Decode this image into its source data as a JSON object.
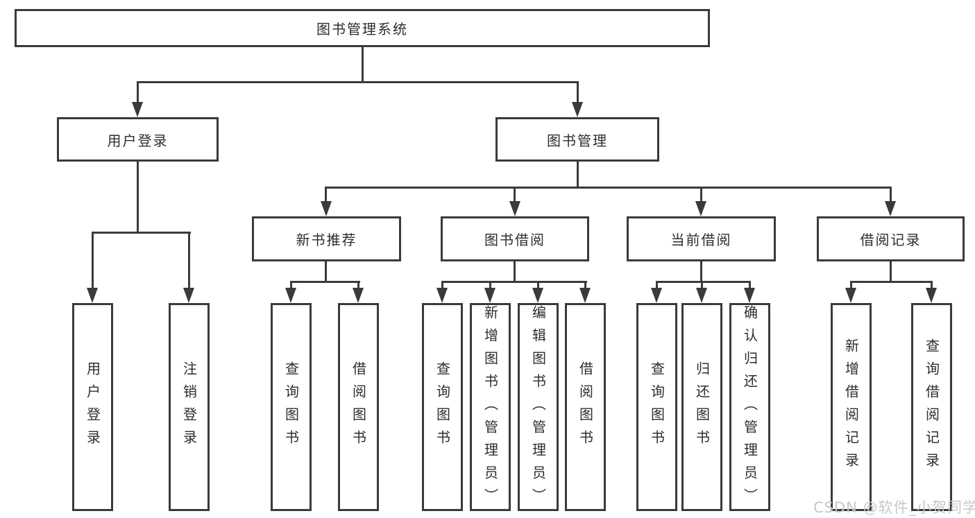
{
  "tree": {
    "root": {
      "label": "图书管理系统",
      "children": [
        {
          "label": "用户登录",
          "children": [
            {
              "label": "用户登录"
            },
            {
              "label": "注销登录"
            }
          ]
        },
        {
          "label": "图书管理",
          "children": [
            {
              "label": "新书推荐",
              "children": [
                {
                  "label": "查询图书"
                },
                {
                  "label": "借阅图书"
                }
              ]
            },
            {
              "label": "图书借阅",
              "children": [
                {
                  "label": "查询图书"
                },
                {
                  "label": "新增图书（管理员）"
                },
                {
                  "label": "编辑图书（管理员）"
                },
                {
                  "label": "借阅图书"
                }
              ]
            },
            {
              "label": "当前借阅",
              "children": [
                {
                  "label": "查询图书"
                },
                {
                  "label": "归还图书"
                },
                {
                  "label": "确认归还（管理员）"
                }
              ]
            },
            {
              "label": "借阅记录",
              "children": [
                {
                  "label": "新增借阅记录"
                },
                {
                  "label": "查询借阅记录"
                }
              ]
            }
          ]
        }
      ]
    }
  },
  "watermark": {
    "text": "CSDN @软件_小贺同学"
  },
  "colors": {
    "line": "#3a3a3a",
    "text": "#2d2d2d",
    "bg": "#ffffff",
    "watermark": "#c7c7c7"
  }
}
